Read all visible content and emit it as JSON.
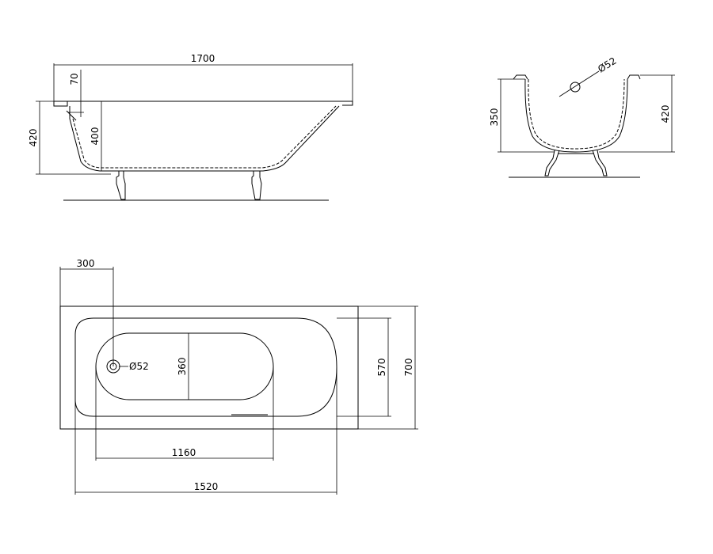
{
  "side_view": {
    "length_label": "1700",
    "rim_label": "70",
    "total_height_label": "420",
    "inner_depth_label": "400"
  },
  "end_view": {
    "drain_label": "Ø52",
    "inner_height_label": "350",
    "total_height_label": "420"
  },
  "top_view": {
    "drain_offset_label": "300",
    "drain_label": "Ø52",
    "bottom_width_label": "360",
    "inner_width_label": "570",
    "outer_width_label": "700",
    "bottom_length_label": "1160",
    "inner_length_label": "1520"
  }
}
